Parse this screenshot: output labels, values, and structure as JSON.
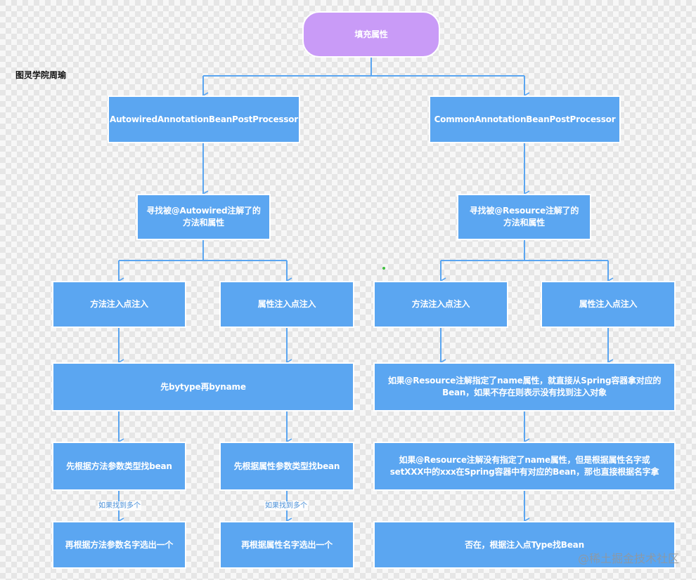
{
  "corner_label": "图灵学院周瑜",
  "nodes": {
    "root": "填充属性",
    "autowired_processor": "AutowiredAnnotationBeanPostProcessor",
    "common_processor": "CommonAnnotationBeanPostProcessor",
    "find_autowired": "寻找被@Autowired注解了的方法和属性",
    "find_resource": "寻找被@Resource注解了的方法和属性",
    "left_method_inject": "方法注入点注入",
    "left_field_inject": "属性注入点注入",
    "right_method_inject": "方法注入点注入",
    "right_field_inject": "属性注入点注入",
    "bytype_then_byname": "先bytype再byname",
    "resource_with_name": "如果@Resource注解指定了name属性，就直接从Spring容器拿对应的Bean，如果不存在则表示没有找到注入对象",
    "method_param_type": "先根据方法参数类型找bean",
    "field_type": "先根据属性参数类型找bean",
    "resource_without_name": "如果@Resource注解没有指定了name属性，但是根据属性名字或setXXX中的xxx在Spring容器中有对应的Bean，那也直接根据名字拿",
    "method_param_name": "再根据方法参数名字选出一个",
    "field_name": "再根据属性名字选出一个",
    "otherwise_type": "否在，根据注入点Type找Bean"
  },
  "edge_labels": {
    "multiple_left": "如果找到多个",
    "multiple_right": "如果找到多个"
  },
  "watermark": "@稀土掘金技术社区",
  "colors": {
    "node_fill": "#5ba6f1",
    "start_fill": "#c99bf7",
    "connector": "#5ba6f1"
  }
}
